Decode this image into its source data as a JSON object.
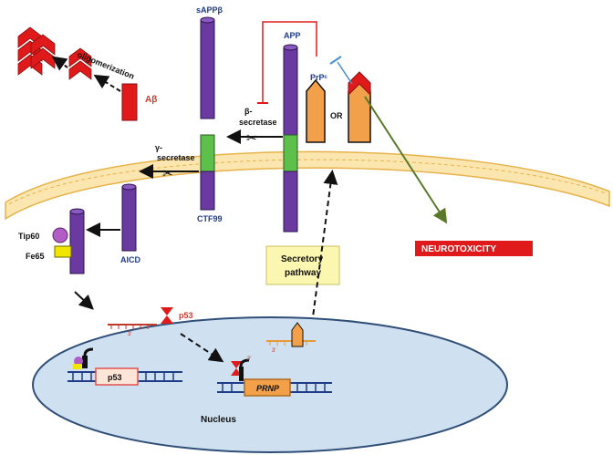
{
  "labels": {
    "oligomerization": "oligomerization",
    "abeta": "Aβ",
    "sappb": "sAPPβ",
    "app": "APP",
    "prpc": "PrPᶜ",
    "or": "OR",
    "beta_secretase_line1": "β-",
    "beta_secretase_line2": "secretase",
    "gamma_secretase_line1": "γ-",
    "gamma_secretase_line2": "secretase",
    "ctf99": "CTF99",
    "aicd": "AICD",
    "tip60": "Tip60",
    "fe65": "Fe65",
    "secretory_line1": "Secretory",
    "secretory_line2": "pathway",
    "neurotoxicity": "NEUROTOXICITY",
    "p53_mrna": "p53",
    "p53_gene": "p53",
    "prnp_gene": "PRNP",
    "nucleus": "Nucleus"
  },
  "colors": {
    "membrane_fill": "#fbe6b0",
    "membrane_edge": "#e7b24a",
    "purple": "#6a3aa0",
    "green": "#5cc04a",
    "red": "#e01a1a",
    "orange": "#f2a14a",
    "nucleus_fill": "#cfe0f0",
    "nucleus_edge": "#2f4f78",
    "secretory_box": "#fbf6b0",
    "neurotox_box": "#e01a1a",
    "text_blue": "#1f3c88",
    "text_red": "#d33a2a",
    "arrow_green": "#5a7a2a"
  }
}
